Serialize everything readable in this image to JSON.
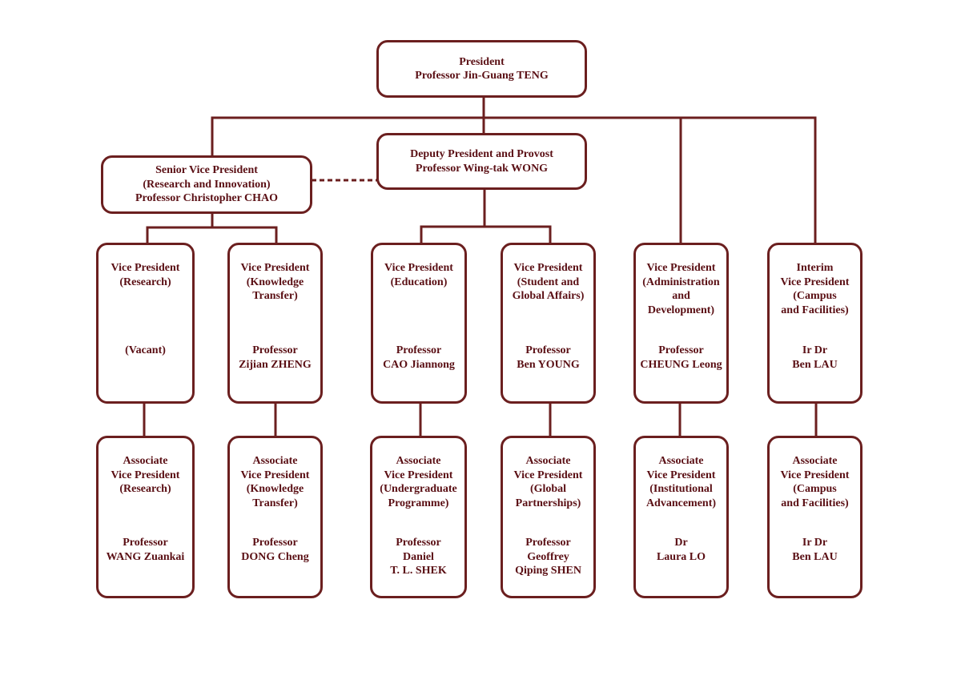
{
  "colors": {
    "border": "#6b1f1f",
    "text": "#5a0f14",
    "background": "#ffffff"
  },
  "president": {
    "title": [
      "President"
    ],
    "person": [
      "Professor Jin-Guang TENG"
    ]
  },
  "deputy_president": {
    "title": [
      "Deputy President and Provost"
    ],
    "person": [
      "Professor Wing-tak WONG"
    ]
  },
  "senior_vp": {
    "title": [
      "Senior Vice President",
      "(Research and Innovation)"
    ],
    "person": [
      "Professor Christopher CHAO"
    ]
  },
  "vice_presidents": [
    {
      "title": [
        "Vice President",
        "(Research)"
      ],
      "person": [
        "(Vacant)"
      ]
    },
    {
      "title": [
        "Vice President",
        "(Knowledge",
        "Transfer)"
      ],
      "person": [
        "Professor",
        "Zijian ZHENG"
      ]
    },
    {
      "title": [
        "Vice President",
        "(Education)"
      ],
      "person": [
        "Professor",
        "CAO Jiannong"
      ]
    },
    {
      "title": [
        "Vice President",
        "(Student and",
        "Global Affairs)"
      ],
      "person": [
        "Professor",
        "Ben YOUNG"
      ]
    },
    {
      "title": [
        "Vice President",
        "(Administration",
        "and",
        "Development)"
      ],
      "person": [
        "Professor",
        "CHEUNG Leong"
      ]
    },
    {
      "title": [
        "Interim",
        "Vice President",
        "(Campus",
        "and Facilities)"
      ],
      "person": [
        "Ir Dr",
        "Ben LAU"
      ]
    }
  ],
  "associate_vps": [
    {
      "title": [
        "Associate",
        "Vice President",
        "(Research)"
      ],
      "person": [
        "Professor",
        "WANG Zuankai"
      ]
    },
    {
      "title": [
        "Associate",
        "Vice President",
        "(Knowledge",
        "Transfer)"
      ],
      "person": [
        "Professor",
        "DONG Cheng"
      ]
    },
    {
      "title": [
        "Associate",
        "Vice President",
        "(Undergraduate",
        "Programme)"
      ],
      "person": [
        "Professor",
        "Daniel",
        "T. L. SHEK"
      ]
    },
    {
      "title": [
        "Associate",
        "Vice President",
        "(Global",
        "Partnerships)"
      ],
      "person": [
        "Professor",
        "Geoffrey",
        "Qiping SHEN"
      ]
    },
    {
      "title": [
        "Associate",
        "Vice President",
        "(Institutional",
        "Advancement)"
      ],
      "person": [
        "Dr",
        "Laura LO"
      ]
    },
    {
      "title": [
        "Associate",
        "Vice President",
        "(Campus",
        "and Facilities)"
      ],
      "person": [
        "Ir Dr",
        "Ben LAU"
      ]
    }
  ]
}
